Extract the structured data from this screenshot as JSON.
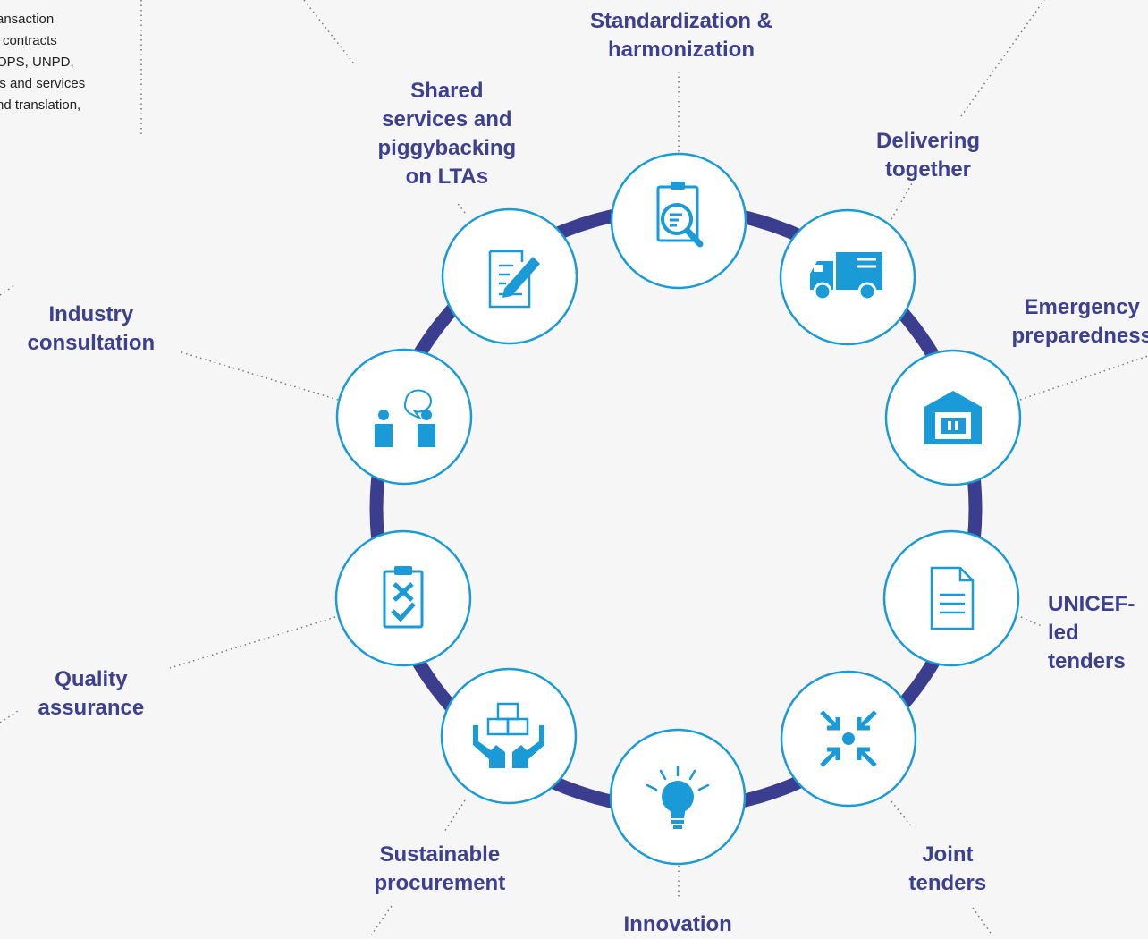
{
  "colors": {
    "ring": "#3b3d8f",
    "circle_stroke": "#1a9ad7",
    "icon": "#1a9ad7",
    "label": "#3d3f8f",
    "background": "#f6f6f6"
  },
  "side_text": {
    "lines": [
      "ansaction",
      "’ contracts",
      "OPS, UNPD,",
      "ls and services",
      "nd translation,"
    ]
  },
  "nodes": [
    {
      "id": "standardization",
      "icon": "clipboard-search-icon",
      "label_lines": [
        "Standardization &",
        "harmonization"
      ]
    },
    {
      "id": "delivering",
      "icon": "truck-icon",
      "label_lines": [
        "Delivering",
        "together"
      ]
    },
    {
      "id": "emergency",
      "icon": "warehouse-icon",
      "label_lines": [
        "Emergency",
        "preparedness"
      ]
    },
    {
      "id": "unicef-led",
      "icon": "document-icon",
      "label_lines": [
        "UNICEF-",
        "led",
        "tenders"
      ]
    },
    {
      "id": "joint",
      "icon": "arrows-converge-icon",
      "label_lines": [
        "Joint",
        "tenders"
      ]
    },
    {
      "id": "innovation",
      "icon": "lightbulb-icon",
      "label_lines": [
        "Innovation"
      ]
    },
    {
      "id": "sustainable",
      "icon": "hands-boxes-icon",
      "label_lines": [
        "Sustainable",
        "procurement"
      ]
    },
    {
      "id": "quality",
      "icon": "checklist-icon",
      "label_lines": [
        "Quality",
        "assurance"
      ]
    },
    {
      "id": "industry",
      "icon": "people-chat-icon",
      "label_lines": [
        "Industry",
        "consultation"
      ]
    },
    {
      "id": "shared",
      "icon": "document-pen-icon",
      "label_lines": [
        "Shared",
        "services and",
        "piggybacking",
        "on LTAs"
      ]
    }
  ]
}
